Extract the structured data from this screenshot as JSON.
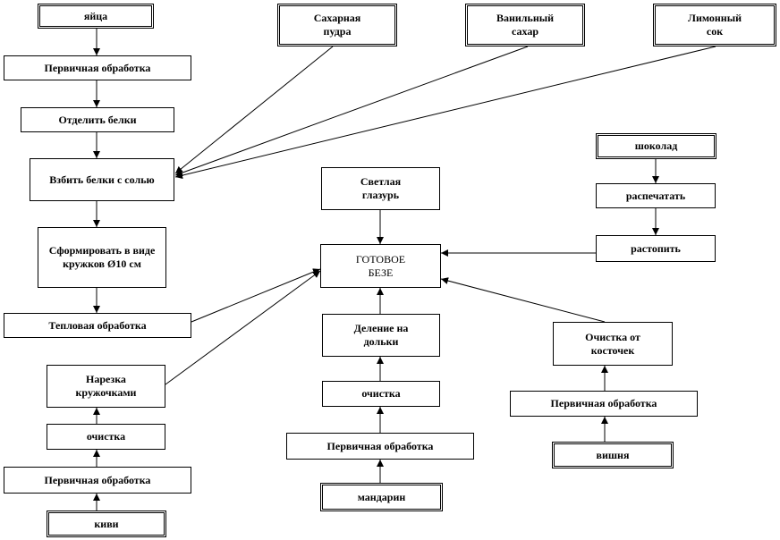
{
  "nodes": {
    "eggs": "яйца",
    "eggs_primary": "Первичная обработка",
    "separate_whites": "Отделить белки",
    "beat_whites": "Взбить белки с солью",
    "powdered_sugar": "Сахарная пудра",
    "vanilla_sugar": "Ванильный сахар",
    "lemon_juice": "Лимонный сок",
    "form_circles": "Сформировать в виде кружков Ø10   см",
    "heat_treatment": "Тепловая обработка",
    "kiwi_slice": "Нарезка кружочками",
    "kiwi_clean": "очистка",
    "kiwi_primary": "Первичная обработка",
    "kiwi": "киви",
    "light_glaze": "Светлая глазурь",
    "ready_meringue": "ГОТОВОЕ БЕЗЕ",
    "divide_segments": "Деление на дольки",
    "mandarin_clean": "очистка",
    "mandarin_primary": "Первичная обработка",
    "mandarin": "мандарин",
    "chocolate": "шоколад",
    "unpack": "распечатать",
    "melt": "растопить",
    "pit_removal": "Очистка от косточек",
    "cherry_primary": "Первичная обработка",
    "cherry": "вишня"
  }
}
